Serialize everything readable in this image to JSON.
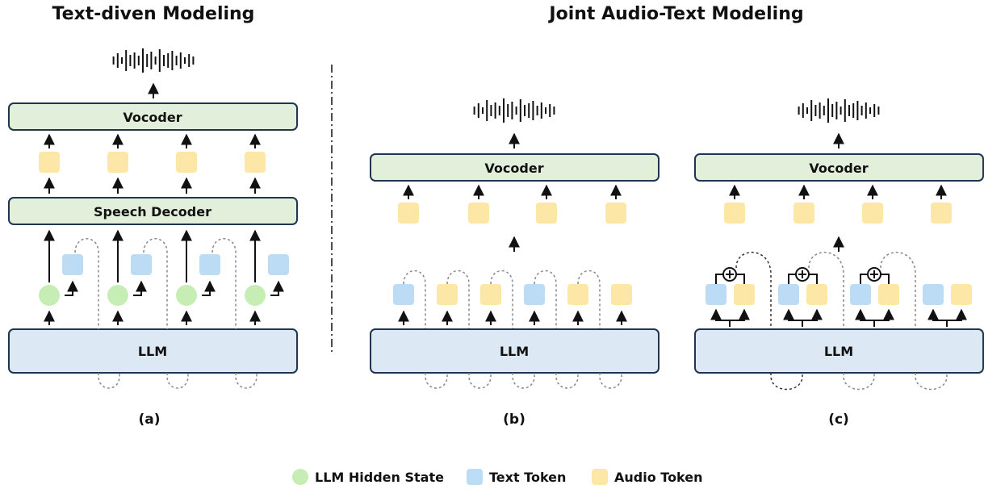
{
  "titles": {
    "left": "Text-diven Modeling",
    "right": "Joint Audio-Text Modeling"
  },
  "panel_a": {
    "caption": "(a)",
    "vocoder_label": "Vocoder",
    "decoder_label": "Speech Decoder",
    "llm_label": "LLM"
  },
  "panel_b": {
    "caption": "(b)",
    "vocoder_label": "Vocoder",
    "llm_label": "LLM"
  },
  "panel_c": {
    "caption": "(c)",
    "vocoder_label": "Vocoder",
    "llm_label": "LLM"
  },
  "legend": {
    "hidden_state": "LLM Hidden State",
    "text_token": "Text Token",
    "audio_token": "Audio Token"
  },
  "colors": {
    "vocoder_fill": "#e2efda",
    "llm_fill": "#dce9f5",
    "box_stroke": "#1f3550",
    "text_token": "#bcdcf6",
    "audio_token": "#fde7a6",
    "hidden_state": "#c6eeb4"
  },
  "icons": {
    "waveform": "waveform-icon",
    "add": "plus-circle-icon"
  }
}
